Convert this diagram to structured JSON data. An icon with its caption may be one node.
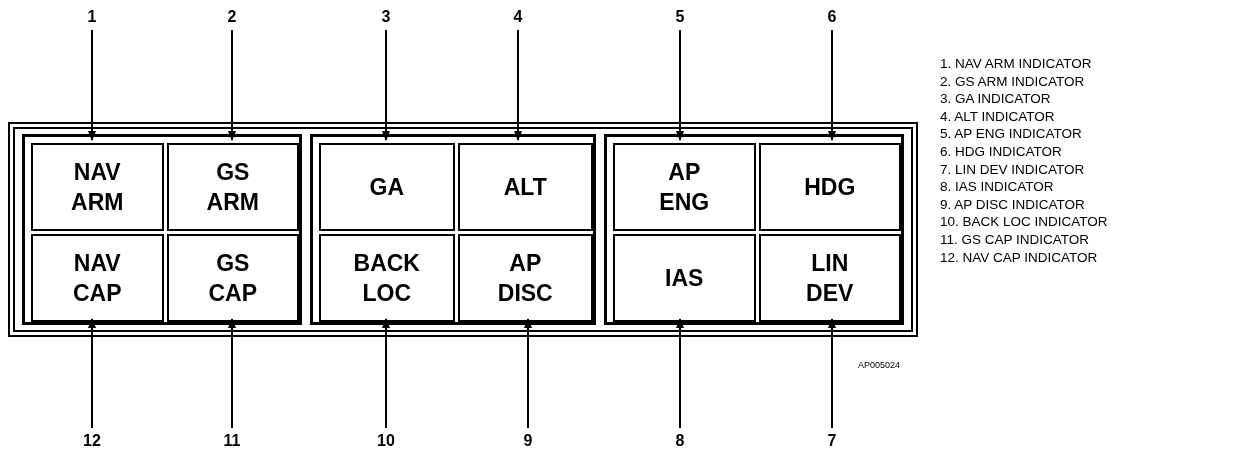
{
  "diagram": {
    "nodes": [
      {
        "text": [],
        "shape": "box"
      },
      {
        "text": [],
        "shape": "box",
        "in": 0
      },
      {
        "text": [],
        "shape": "box",
        "in": 0
      },
      {
        "text": [],
        "shape": "box",
        "in": 0
      },
      {
        "text": [
          "NAV ARM"
        ],
        "in": 1
      },
      {
        "text": [
          "GS ARM"
        ],
        "in": 1
      },
      {
        "text": [
          "NAV CAP"
        ],
        "in": 1
      },
      {
        "text": [
          "GS CAP"
        ],
        "in": 1
      },
      {
        "text": [
          "GA"
        ],
        "in": 2
      },
      {
        "text": [
          "ALT"
        ],
        "in": 2
      },
      {
        "text": [
          "BACK LOC"
        ],
        "in": 2
      },
      {
        "text": [
          "AP DISC"
        ],
        "in": 2
      },
      {
        "text": [
          "AP ENG"
        ],
        "in": 3
      },
      {
        "text": [
          "HDG"
        ],
        "in": 3
      },
      {
        "text": [
          "IAS"
        ],
        "in": 3
      },
      {
        "text": [
          "LIN DEV"
        ],
        "in": 3
      },
      {
        "text": [
          "1"
        ]
      },
      {
        "text": [
          "2"
        ]
      },
      {
        "text": [
          "3"
        ]
      },
      {
        "text": [
          "4"
        ]
      },
      {
        "text": [
          "5"
        ]
      },
      {
        "text": [
          "6"
        ]
      },
      {
        "text": [
          "12"
        ]
      },
      {
        "text": [
          "11"
        ]
      },
      {
        "text": [
          "10"
        ]
      },
      {
        "text": [
          "9"
        ]
      },
      {
        "text": [
          "8"
        ]
      },
      {
        "text": [
          "7"
        ]
      }
    ],
    "edges": [
      {
        "from": 16,
        "to": 4,
        "arrow": "to"
      },
      {
        "from": 17,
        "to": 5,
        "arrow": "to"
      },
      {
        "from": 18,
        "to": 8,
        "arrow": "to"
      },
      {
        "from": 19,
        "to": 9,
        "arrow": "to"
      },
      {
        "from": 20,
        "to": 12,
        "arrow": "to"
      },
      {
        "from": 21,
        "to": 13,
        "arrow": "to"
      },
      {
        "from": 22,
        "to": 6,
        "arrow": "to"
      },
      {
        "from": 23,
        "to": 7,
        "arrow": "to"
      },
      {
        "from": 24,
        "to": 10,
        "arrow": "to"
      },
      {
        "from": 25,
        "to": 11,
        "arrow": "to"
      },
      {
        "from": 26,
        "to": 14,
        "arrow": "to"
      },
      {
        "from": 27,
        "to": 15,
        "arrow": "to"
      }
    ],
    "labels": [
      "1. NAV ARM INDICATOR",
      "2. GS ARM INDICATOR",
      "3. GA INDICATOR",
      "4. ALT INDICATOR",
      "5. AP ENG INDICATOR",
      "6. HDG INDICATOR",
      "7. LIN DEV INDICATOR",
      "8. IAS INDICATOR",
      "9. AP DISC INDICATOR",
      "10. BACK LOC INDICATOR",
      "11. GS CAP INDICATOR",
      "12. NAV CAP INDICATOR",
      "AP005024"
    ]
  }
}
